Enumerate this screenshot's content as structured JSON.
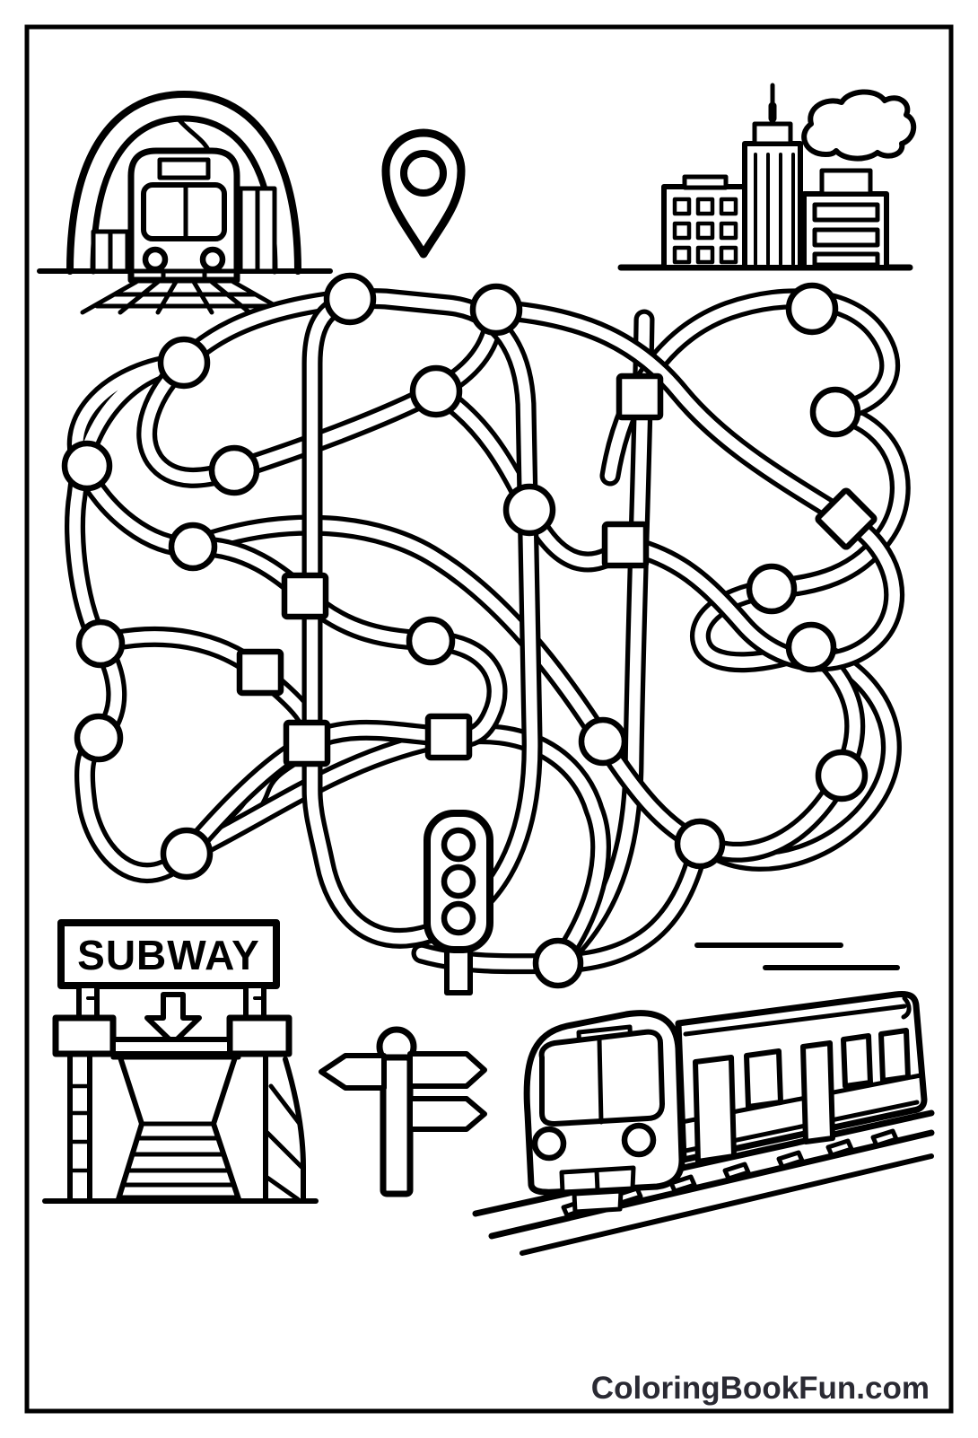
{
  "page": {
    "background_color": "#ffffff",
    "ink_color": "#000000",
    "border_color": "#000000",
    "style": "coloring-book line art"
  },
  "entrance": {
    "sign_text": "SUBWAY"
  },
  "footer": {
    "site_text": "ColoringBookFun.com",
    "text_color": "#2a2a33"
  },
  "illustrations": {
    "top_left": "train-in-tunnel",
    "top_center": "location-pin",
    "top_right": "city-skyline-with-cloud",
    "center": "tangled-subway-map-maze",
    "center_overlay": "traffic-light",
    "bottom_left": "subway-entrance-with-stairs",
    "bottom_center": "direction-signpost",
    "bottom_right": "subway-train-on-tracks"
  },
  "maze": {
    "circle_stations": 20,
    "square_stations": 6,
    "rotated_square_stations": 1,
    "traffic_light_lamps": 3
  },
  "signpost": {
    "left_arrows": 1,
    "right_arrows": 2
  },
  "train_side": {
    "speed_lines": 2,
    "track_sleepers": 7
  }
}
